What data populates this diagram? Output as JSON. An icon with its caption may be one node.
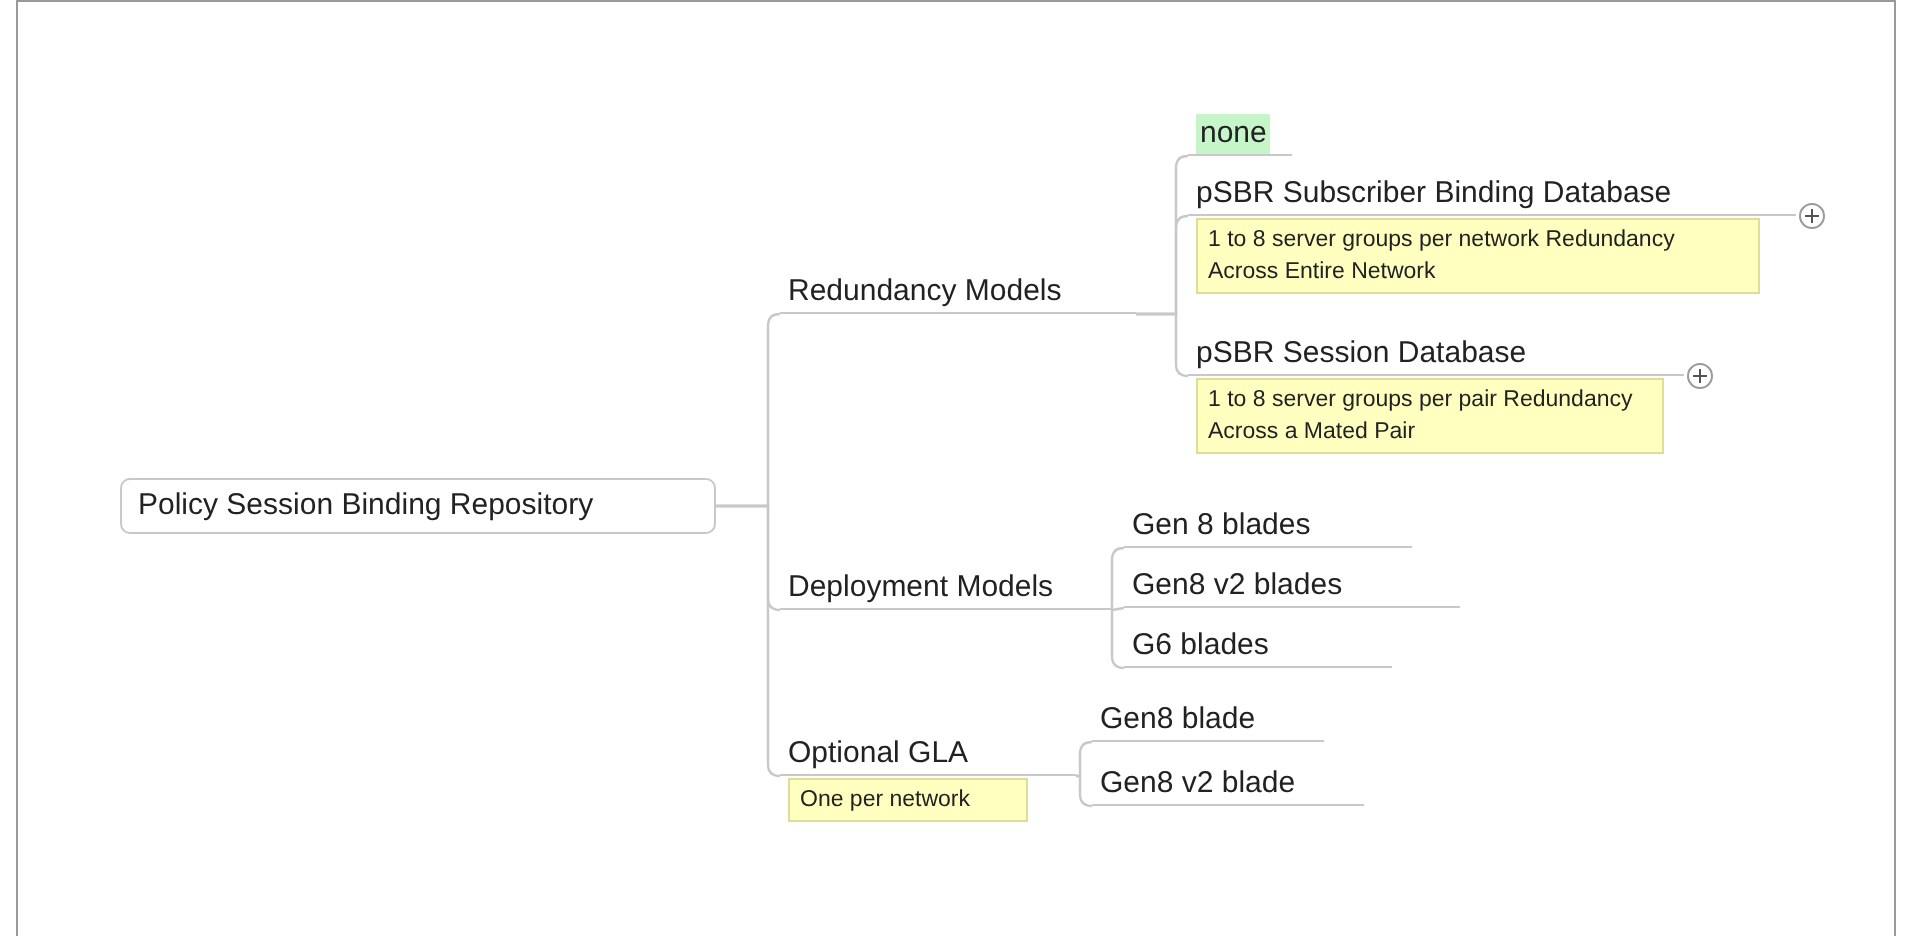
{
  "diagram": {
    "nodes": [
      {
        "text": [
          "Policy Session Binding Repository"
        ]
      },
      {
        "text": [
          "Redundancy Models"
        ]
      },
      {
        "text": [
          "none"
        ]
      },
      {
        "text": [
          "pSBR Subscriber Binding Database"
        ],
        "beside": [
          "1 to 8 server groups per network Redundancy Across Entire Network"
        ]
      },
      {
        "text": [
          "pSBR Session Database"
        ],
        "beside": [
          "1 to 8 server groups per pair Redundancy Across a Mated Pair"
        ]
      },
      {
        "text": [
          "Deployment Models"
        ]
      },
      {
        "text": [
          "Gen 8 blades"
        ]
      },
      {
        "text": [
          "Gen8 v2 blades"
        ]
      },
      {
        "text": [
          "G6 blades"
        ]
      },
      {
        "text": [
          "Optional GLA"
        ],
        "beside": [
          "One per network"
        ]
      },
      {
        "text": [
          "Gen8 blade"
        ]
      },
      {
        "text": [
          "Gen8 v2 blade"
        ]
      }
    ],
    "edges": [
      {
        "from": 0,
        "to": 1,
        "arrow": "none"
      },
      {
        "from": 0,
        "to": 5,
        "arrow": "none"
      },
      {
        "from": 0,
        "to": 9,
        "arrow": "none"
      },
      {
        "from": 1,
        "to": 2,
        "arrow": "none"
      },
      {
        "from": 1,
        "to": 3,
        "arrow": "none"
      },
      {
        "from": 1,
        "to": 4,
        "arrow": "none"
      },
      {
        "from": 5,
        "to": 6,
        "arrow": "none"
      },
      {
        "from": 5,
        "to": 7,
        "arrow": "none"
      },
      {
        "from": 5,
        "to": 8,
        "arrow": "none"
      },
      {
        "from": 9,
        "to": 10,
        "arrow": "none"
      },
      {
        "from": 9,
        "to": 11,
        "arrow": "none"
      }
    ]
  }
}
